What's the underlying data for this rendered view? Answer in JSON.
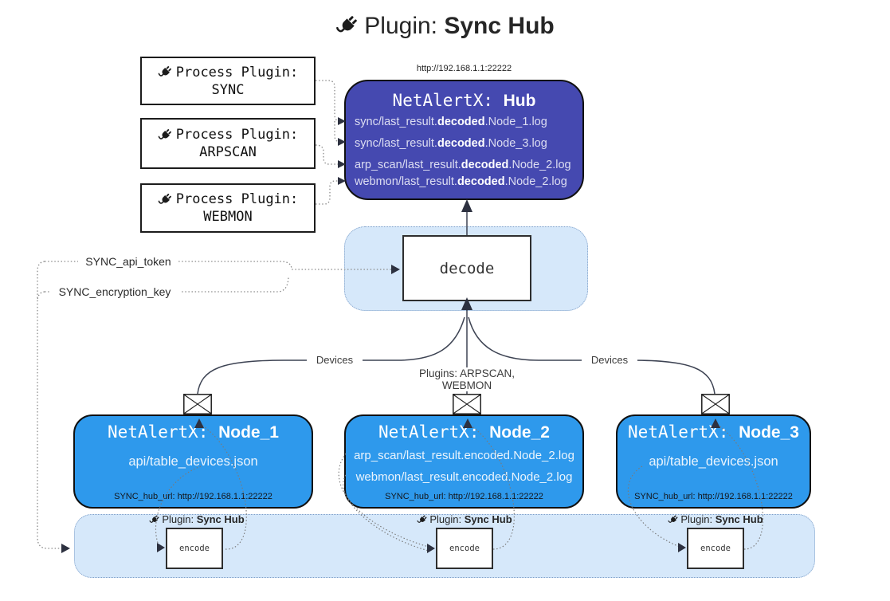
{
  "title": {
    "prefix": "Plugin: ",
    "bold": "Sync Hub"
  },
  "icons": {
    "plug": "plug-icon",
    "envelope": "envelope-icon"
  },
  "colors": {
    "hub": "#4549B0",
    "node": "#2E99EC",
    "panel": "#D6E8FA",
    "panel-border": "#7D9EC8",
    "wire": "#8a8a8a",
    "solid": "#3d4353"
  },
  "process_plugins": [
    {
      "label": "Process Plugin:",
      "name": "SYNC"
    },
    {
      "label": "Process Plugin:",
      "name": "ARPSCAN"
    },
    {
      "label": "Process Plugin:",
      "name": "WEBMON"
    }
  ],
  "hub": {
    "url": "http://192.168.1.1:22222",
    "title_prefix": "NetAlertX: ",
    "title_bold": "Hub",
    "logs": [
      {
        "pre": "sync/last_result.",
        "bold": "decoded",
        "post": ".Node_1.log"
      },
      {
        "pre": "sync/last_result.",
        "bold": "decoded",
        "post": ".Node_3.log"
      },
      {
        "pre": "arp_scan/last_result.",
        "bold": "decoded",
        "post": ".Node_2.log"
      },
      {
        "pre": "webmon/last_result.",
        "bold": "decoded",
        "post": ".Node_2.log"
      }
    ]
  },
  "decode": {
    "label": "decode"
  },
  "keys": {
    "api_token": "SYNC_api_token",
    "encryption_key": "SYNC_encryption_key"
  },
  "edges": {
    "devices_left": "Devices",
    "plugins_mid": "Plugins: ARPSCAN, WEBMON",
    "devices_right": "Devices"
  },
  "nodes": [
    {
      "title_prefix": "NetAlertX: ",
      "title_bold": "Node_1",
      "lines": [
        "api/table_devices.json"
      ],
      "hub_url": "SYNC_hub_url: http://192.168.1.1:22222"
    },
    {
      "title_prefix": "NetAlertX: ",
      "title_bold": "Node_2",
      "lines": [
        "arp_scan/last_result.encoded.Node_2.log",
        "webmon/last_result.encoded.Node_2.log"
      ],
      "hub_url": "SYNC_hub_url: http://192.168.1.1:22222"
    },
    {
      "title_prefix": "NetAlertX: ",
      "title_bold": "Node_3",
      "lines": [
        "api/table_devices.json"
      ],
      "hub_url": "SYNC_hub_url: http://192.168.1.1:22222"
    }
  ],
  "encoders": [
    {
      "label_prefix": "Plugin: ",
      "label_bold": "Sync Hub",
      "box_label": "encode"
    },
    {
      "label_prefix": "Plugin: ",
      "label_bold": "Sync Hub",
      "box_label": "encode"
    },
    {
      "label_prefix": "Plugin: ",
      "label_bold": "Sync Hub",
      "box_label": "encode"
    }
  ]
}
